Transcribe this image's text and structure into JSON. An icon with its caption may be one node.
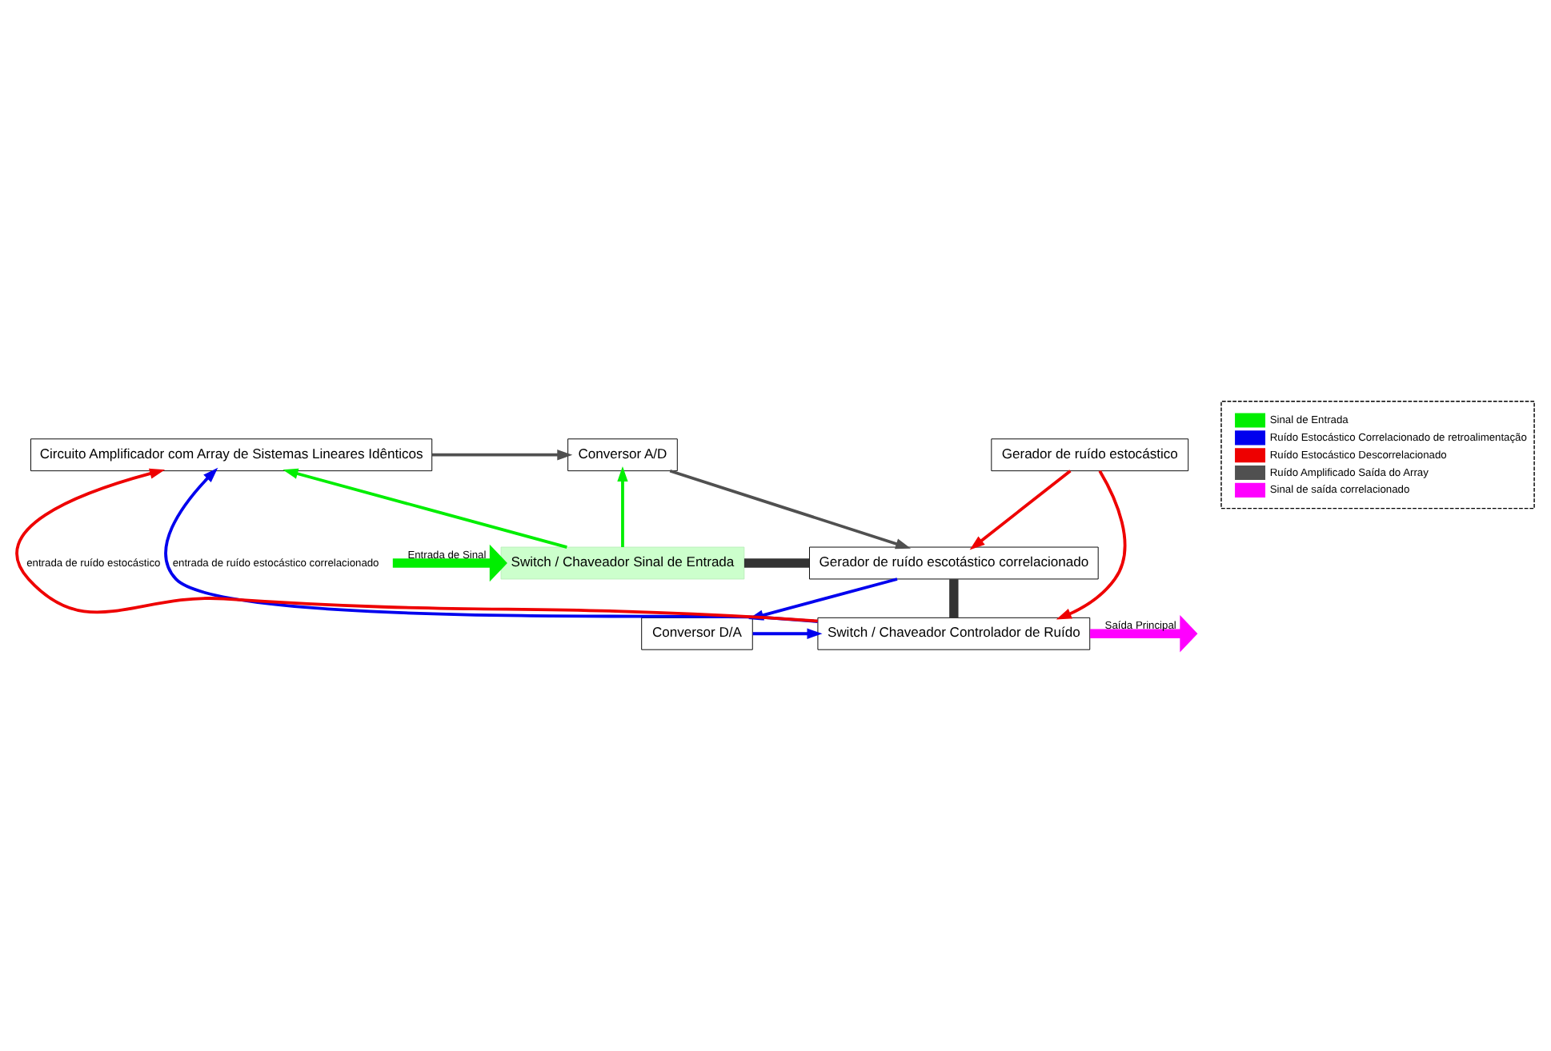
{
  "diagram": {
    "nodes": [
      {
        "text": [
          "Circuito Amplificador com Array de Sistemas Lineares Idênticos"
        ]
      },
      {
        "text": [
          "Conversor A/D"
        ]
      },
      {
        "text": [
          "Switch / Chaveador Sinal de Entrada"
        ]
      },
      {
        "text": [
          "Gerador de ruído escotástico correlacionado"
        ]
      },
      {
        "text": [
          "Switch / Chaveador Controlador de Ruído"
        ]
      },
      {
        "text": [
          "Conversor D/A"
        ]
      },
      {
        "text": [
          "Gerador de ruído estocástico"
        ]
      }
    ],
    "edges": [
      {
        "from": 0,
        "to": 1,
        "arrow": "to",
        "color": "#505050"
      },
      {
        "from": 1,
        "to": 3,
        "arrow": "to",
        "color": "#505050"
      },
      {
        "from": 2,
        "to": 1,
        "arrow": "to",
        "color": "#00ee00"
      },
      {
        "from": 2,
        "to": 0,
        "arrow": "to",
        "color": "#00ee00"
      },
      {
        "from": null,
        "to": 2,
        "arrow": "to",
        "label": "Entrada de Sinal",
        "style": "thick",
        "color": "#00ee00"
      },
      {
        "from": 4,
        "to": null,
        "arrow": "to",
        "label": "Saída Principal",
        "style": "thick",
        "color": "#ff00ff"
      },
      {
        "from": 4,
        "to": 0,
        "arrow": "to",
        "label": "entrada de ruído estocástico correlacionado",
        "color": "#0000ee"
      },
      {
        "from": 4,
        "to": 0,
        "arrow": "to",
        "label": "entrada de ruído estocástico",
        "color": "#ee0000"
      },
      {
        "from": 3,
        "to": 5,
        "arrow": "to",
        "color": "#0000ee"
      },
      {
        "from": 5,
        "to": 4,
        "arrow": "to",
        "color": "#0000ee"
      },
      {
        "from": 6,
        "to": 4,
        "arrow": "to",
        "color": "#ee0000"
      },
      {
        "from": 6,
        "to": 3,
        "arrow": "to",
        "color": "#ee0000"
      },
      {
        "from": 2,
        "to": 3,
        "arrow": "none",
        "style": "thick",
        "color": "#333333"
      },
      {
        "from": 4,
        "to": 3,
        "arrow": "none",
        "style": "thick",
        "color": "#333333"
      }
    ],
    "legend": [
      {
        "text": "Sinal de Entrada",
        "color": "#00ee00"
      },
      {
        "text": "Ruído Estocástico Correlacionado de retroalimentação",
        "color": "#0000ee"
      },
      {
        "text": "Ruído Estocástico Descorrelacionado",
        "color": "#ee0000"
      },
      {
        "text": "Ruído Amplificado Saída do Array",
        "color": "#505050"
      },
      {
        "text": "Sinal de saída correlacionado",
        "color": "#ff00ff"
      }
    ]
  }
}
